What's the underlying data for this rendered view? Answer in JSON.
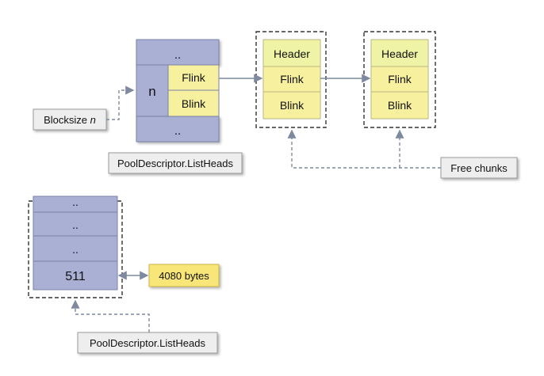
{
  "top": {
    "list_heads": {
      "top_cell": "..",
      "index_cell": "n",
      "flink": "Flink",
      "blink": "Blink",
      "bottom_cell": ".."
    },
    "blocksize": {
      "prefix": "Blocksize",
      "var": "n"
    },
    "caption": "PoolDescriptor.ListHeads",
    "chunk1": {
      "header": "Header",
      "flink": "Flink",
      "blink": "Blink"
    },
    "chunk2": {
      "header": "Header",
      "flink": "Flink",
      "blink": "Blink"
    },
    "free_chunks": "Free chunks"
  },
  "bottom": {
    "list_heads": {
      "rows": [
        "..",
        "..",
        ".."
      ],
      "last_index": "511"
    },
    "size_box": "4080 bytes",
    "caption": "PoolDescriptor.ListHeads"
  },
  "colors": {
    "list_head_fill": "#a9b0d3",
    "list_head_border": "#7a82a8",
    "chunk_fill": "#f7f09e",
    "chunk_header_fill": "#eef3a6",
    "label_box_fill": "#eeeeee",
    "size_box_fill": "#f8e678",
    "arrow": "#7f8a9e"
  }
}
